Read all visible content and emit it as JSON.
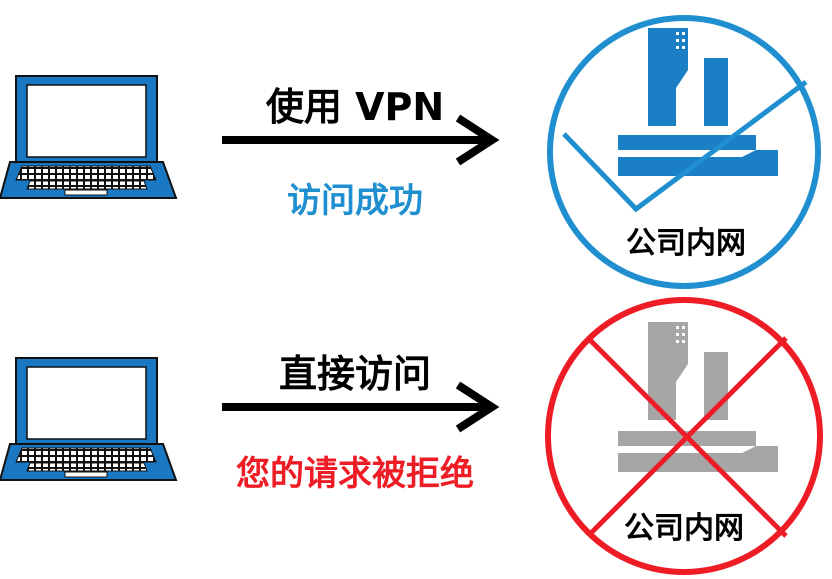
{
  "colors": {
    "success": "#1f8fd0",
    "denied": "#ee1c25",
    "laptop": "#1a78c2",
    "building_ok": "#1a7fc4",
    "building_denied": "#a6a6a6",
    "arrow": "#000000"
  },
  "rows": [
    {
      "action": "使用 VPN",
      "result": "访问成功",
      "status": "success",
      "target": "公司内网"
    },
    {
      "action": "直接访问",
      "result": "您的请求被拒绝",
      "status": "denied",
      "target": "公司内网"
    }
  ]
}
